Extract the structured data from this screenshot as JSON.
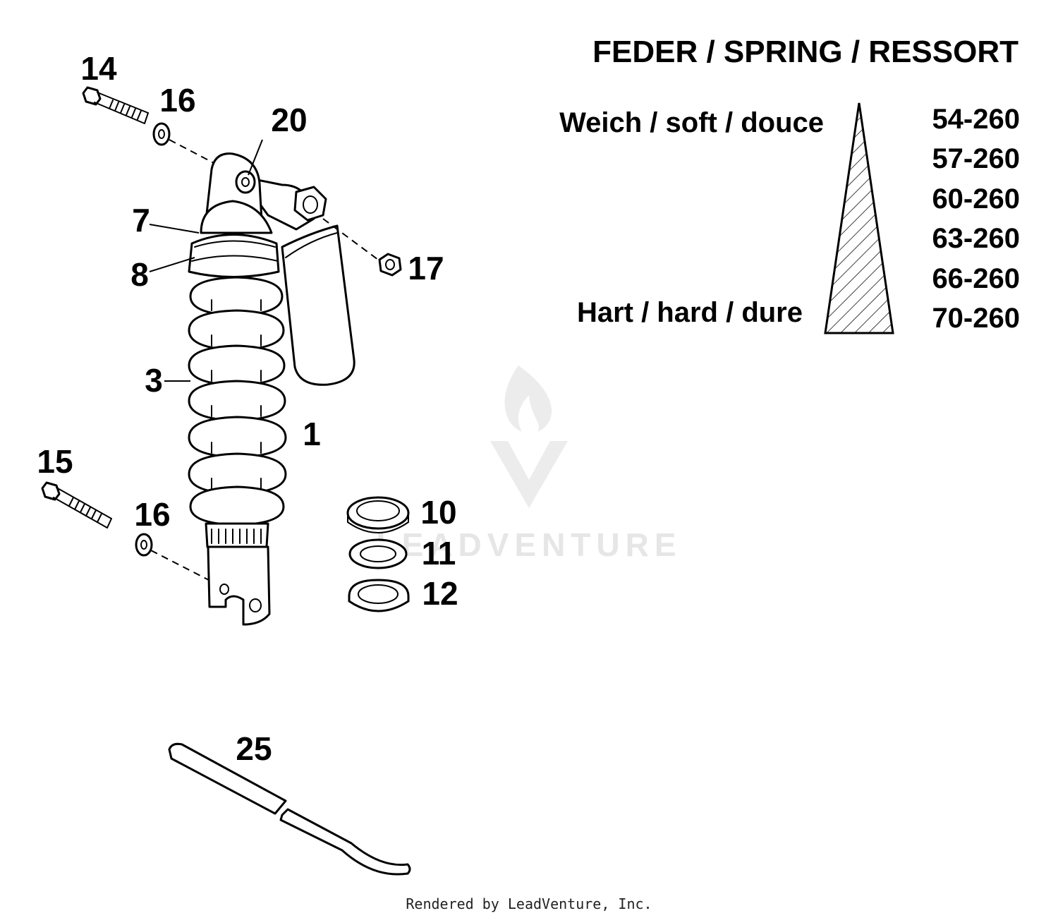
{
  "heading": "FEDER / SPRING / RESSORT",
  "soft_label": "Weich / soft / douce",
  "hard_label": "Hart / hard / dure",
  "spring_codes": [
    "54-260",
    "57-260",
    "60-260",
    "63-260",
    "66-260",
    "70-260"
  ],
  "callouts": {
    "c14": "14",
    "c16a": "16",
    "c20": "20",
    "c7": "7",
    "c8": "8",
    "c17": "17",
    "c3": "3",
    "c1": "1",
    "c15": "15",
    "c16b": "16",
    "c10": "10",
    "c11": "11",
    "c12": "12",
    "c25": "25"
  },
  "watermark": "LEADVENTURE",
  "footer": "Rendered by LeadVenture, Inc."
}
